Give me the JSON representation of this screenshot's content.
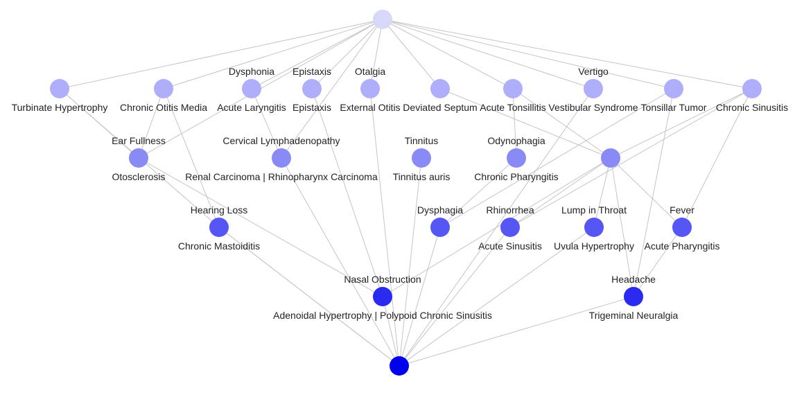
{
  "nodes": [
    {
      "id": "top",
      "level": 0,
      "up": "",
      "down": ""
    },
    {
      "id": "n1a",
      "level": 1,
      "up": "",
      "down": "Turbinate Hypertrophy"
    },
    {
      "id": "n1b",
      "level": 1,
      "up": "",
      "down": "Chronic Otitis Media"
    },
    {
      "id": "n1c",
      "level": 1,
      "up": "Dysphonia",
      "down": "Acute Laryngitis"
    },
    {
      "id": "n1d",
      "level": 1,
      "up": "Epistaxis",
      "down": "Epistaxis"
    },
    {
      "id": "n1e",
      "level": 1,
      "up": "Otalgia",
      "down": "External Otitis"
    },
    {
      "id": "n1f",
      "level": 1,
      "up": "",
      "down": "Deviated Septum"
    },
    {
      "id": "n1g",
      "level": 1,
      "up": "",
      "down": "Acute Tonsillitis"
    },
    {
      "id": "n1h",
      "level": 1,
      "up": "Vertigo",
      "down": "Vestibular Syndrome"
    },
    {
      "id": "n1i",
      "level": 1,
      "up": "",
      "down": "Tonsillar Tumor"
    },
    {
      "id": "n1j",
      "level": 1,
      "up": "",
      "down": "Chronic Sinusitis"
    },
    {
      "id": "n2a",
      "level": 2,
      "up": "Ear Fullness",
      "down": "Otosclerosis"
    },
    {
      "id": "n2b",
      "level": 2,
      "up": "Cervical Lymphadenopathy",
      "down": "Renal Carcinoma | Rhinopharynx Carcinoma"
    },
    {
      "id": "n2c",
      "level": 2,
      "up": "Tinnitus",
      "down": "Tinnitus auris"
    },
    {
      "id": "n2d",
      "level": 2,
      "up": "Odynophagia",
      "down": "Chronic Pharyngitis"
    },
    {
      "id": "n2e",
      "level": 2,
      "up": "",
      "down": ""
    },
    {
      "id": "n3a",
      "level": 3,
      "up": "Hearing Loss",
      "down": "Chronic Mastoiditis"
    },
    {
      "id": "n3b",
      "level": 3,
      "up": "Dysphagia",
      "down": ""
    },
    {
      "id": "n3c",
      "level": 3,
      "up": "Rhinorrhea",
      "down": "Acute Sinusitis"
    },
    {
      "id": "n3d",
      "level": 3,
      "up": "Lump in Throat",
      "down": "Uvula Hypertrophy"
    },
    {
      "id": "n3e",
      "level": 3,
      "up": "Fever",
      "down": "Acute Pharyngitis"
    },
    {
      "id": "n4a",
      "level": 4,
      "up": "Nasal Obstruction",
      "down": "Adenoidal Hypertrophy | Polypoid Chronic Sinusitis"
    },
    {
      "id": "n4b",
      "level": 4,
      "up": "Headache",
      "down": "Trigeminal Neuralgia"
    },
    {
      "id": "bottom",
      "level": 5,
      "up": "",
      "down": ""
    }
  ],
  "edges": [
    [
      "top",
      "n1a"
    ],
    [
      "top",
      "n1b"
    ],
    [
      "top",
      "n1c"
    ],
    [
      "top",
      "n1d"
    ],
    [
      "top",
      "n1e"
    ],
    [
      "top",
      "n1f"
    ],
    [
      "top",
      "n1g"
    ],
    [
      "top",
      "n1h"
    ],
    [
      "top",
      "n1i"
    ],
    [
      "top",
      "n1j"
    ],
    [
      "top",
      "n2b"
    ],
    [
      "top",
      "n2a"
    ],
    [
      "n1a",
      "n2a"
    ],
    [
      "n1a",
      "n3a"
    ],
    [
      "n1b",
      "n2a"
    ],
    [
      "n1b",
      "n3a"
    ],
    [
      "n1c",
      "n2b"
    ],
    [
      "n1d",
      "n4a"
    ],
    [
      "n1e",
      "bottom"
    ],
    [
      "n1f",
      "n2e"
    ],
    [
      "n1g",
      "n2d"
    ],
    [
      "n1g",
      "n2e"
    ],
    [
      "n1h",
      "bottom"
    ],
    [
      "n1i",
      "n3b"
    ],
    [
      "n1i",
      "n4b"
    ],
    [
      "n1j",
      "n2e"
    ],
    [
      "n1j",
      "n3e"
    ],
    [
      "n1j",
      "n3c"
    ],
    [
      "n2a",
      "n4a"
    ],
    [
      "n2b",
      "bottom"
    ],
    [
      "n2c",
      "bottom"
    ],
    [
      "n2d",
      "n3b"
    ],
    [
      "n2e",
      "n3d"
    ],
    [
      "n2e",
      "n3e"
    ],
    [
      "n2e",
      "n4b"
    ],
    [
      "n2e",
      "n3c"
    ],
    [
      "n2e",
      "n4a"
    ],
    [
      "n3a",
      "bottom"
    ],
    [
      "n3a",
      "bottom"
    ],
    [
      "n3b",
      "bottom"
    ],
    [
      "n3c",
      "bottom"
    ],
    [
      "n3d",
      "bottom"
    ],
    [
      "n3e",
      "n4b"
    ],
    [
      "n4a",
      "bottom"
    ],
    [
      "n4b",
      "bottom"
    ]
  ],
  "colors": {
    "level0": "#d8d8fb",
    "level1": "#aeaefa",
    "level2": "#8a8af7",
    "level3": "#5656f5",
    "level4": "#2a2af0",
    "level5": "#0000ee",
    "edge": "#c4c4c4",
    "text": "#222222"
  }
}
